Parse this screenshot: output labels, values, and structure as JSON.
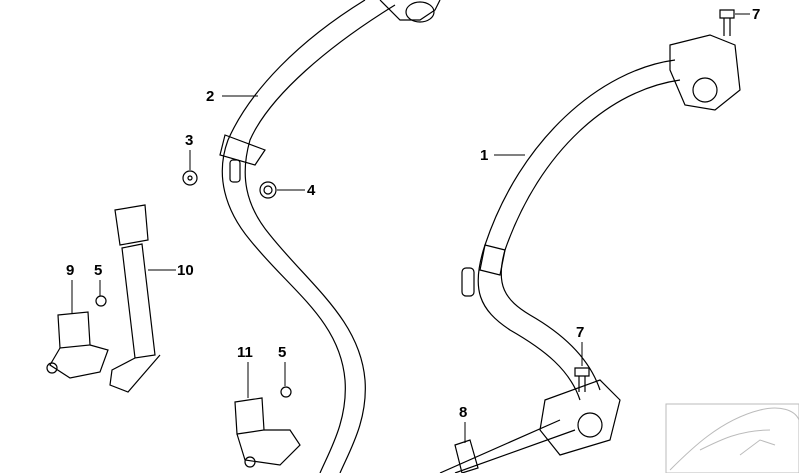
{
  "callouts": {
    "p1": "1",
    "p2": "2",
    "p3": "3",
    "p4": "4",
    "p5a": "5",
    "p5b": "5",
    "p7a": "7",
    "p7b": "7",
    "p8": "8",
    "p9": "9",
    "p10": "10",
    "p11": "11"
  },
  "colors": {
    "line": "#000000",
    "thumbnail": "#bbbbbb"
  }
}
